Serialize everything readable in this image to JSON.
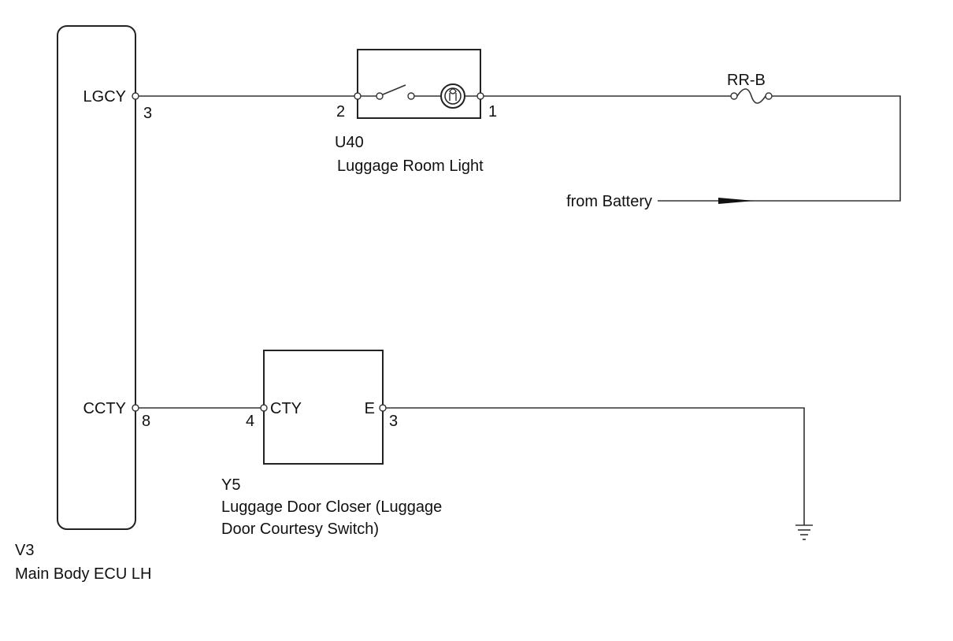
{
  "ecu": {
    "id": "V3",
    "name": "Main Body ECU LH",
    "pins": [
      {
        "name": "LGCY",
        "number": "3"
      },
      {
        "name": "CCTY",
        "number": "8"
      }
    ]
  },
  "room_light": {
    "id": "U40",
    "name": "Luggage Room Light",
    "pin_left": "2",
    "pin_right": "1"
  },
  "fuse": {
    "label": "RR-B"
  },
  "supply": {
    "label": "from Battery"
  },
  "door_closer": {
    "id": "Y5",
    "name_line1": "Luggage Door Closer (Luggage",
    "name_line2": "Door Courtesy Switch)",
    "pin_left_number": "4",
    "pin_left_name": "CTY",
    "pin_right_name": "E",
    "pin_right_number": "3"
  }
}
